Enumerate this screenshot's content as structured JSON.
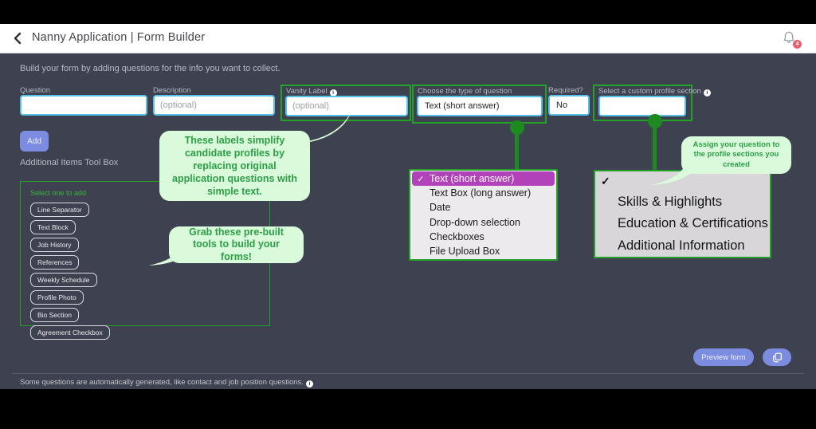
{
  "header": {
    "title": "Nanny Application | Form Builder",
    "back_icon": "chevron-left",
    "bell_icon": "notification-bell",
    "notification_count": "4"
  },
  "intro": "Build your form by adding questions for the info you want to collect.",
  "form": {
    "question": {
      "label": "Question",
      "value": "",
      "placeholder": ""
    },
    "description": {
      "label": "Description",
      "value": "",
      "placeholder": "(optional)"
    },
    "vanity_label": {
      "label": "Vanity Label",
      "value": "",
      "placeholder": "(optional)",
      "info_icon": "i"
    },
    "question_type": {
      "label": "Choose the type of question",
      "value": "Text (short answer)"
    },
    "required": {
      "label": "Required?",
      "value": "No"
    },
    "profile_section": {
      "label": "Select a custom profile section",
      "value": "",
      "info_icon": "i"
    },
    "add_button": "Add"
  },
  "toolbox": {
    "title": "Additional Items Tool Box",
    "hint": "Select one to add",
    "items": [
      "Line Separator",
      "Text Block",
      "Job History",
      "References",
      "Weekly Schedule",
      "Profile Photo",
      "Bio Section",
      "Agreement Checkbox"
    ]
  },
  "callouts": {
    "labels": "These labels simplify candidate profiles by replacing original application questions with simple text.",
    "tools": "Grab these pre-built tools to build your forms!",
    "assign": "Assign your question to the profile sections you created"
  },
  "type_dropdown": {
    "check": "✓",
    "options": [
      {
        "label": "Text (short answer)"
      },
      {
        "label": "Text Box (long answer)"
      },
      {
        "label": "Date"
      },
      {
        "label": "Drop-down selection"
      },
      {
        "label": "Checkboxes"
      },
      {
        "label": "File Upload Box"
      }
    ],
    "selected_index": 0
  },
  "profile_dropdown": {
    "check": "✓",
    "options": [
      "Skills & Highlights",
      "Education & Certifications",
      "Additional Information"
    ]
  },
  "footer": {
    "preview_button": "Preview form",
    "copy_icon": "copy",
    "note": "Some questions are automatically generated, like contact and job position questions.",
    "info_icon": "i"
  },
  "colors": {
    "background_dark": "#3d4150",
    "annotation_green": "#24a127",
    "connector_green": "#1d8a20",
    "callout_bg": "#d9fbdc",
    "callout_text": "#2d9e46",
    "highlight_magenta": "#b142ba",
    "button_blue": "#7c8ce0",
    "input_border_blue": "#56c2ea",
    "badge_red": "#e4606d"
  }
}
